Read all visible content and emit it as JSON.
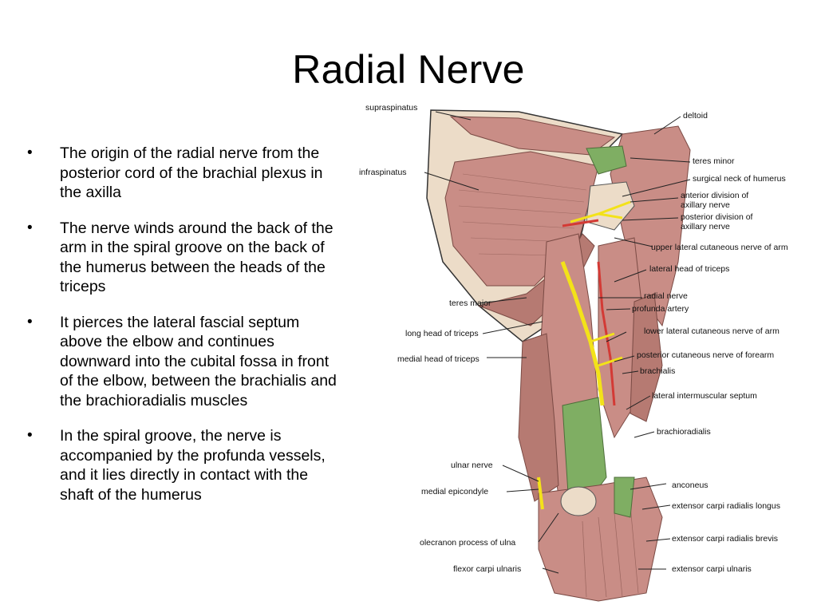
{
  "title": "Radial Nerve",
  "bullets": [
    "The origin of the radial nerve from the posterior cord of the brachial plexus in the axilla",
    "The nerve winds around the back of the arm in the spiral groove on the back of the humerus between the heads of the triceps",
    "It pierces the lateral fascial septum above the elbow and continues downward into the cubital fossa in front of the elbow, between the brachialis and the brachioradialis muscles",
    "In the spiral groove, the nerve is accompanied by the profunda vessels, and it lies directly in contact with the shaft of the humerus"
  ],
  "bullet_glyph": "•",
  "figure": {
    "labels_left": {
      "supraspinatus": "supraspinatus",
      "infraspinatus": "infraspinatus",
      "teres_major": "teres major",
      "long_head": "long head of triceps",
      "medial_head": "medial head of triceps",
      "ulnar_nerve": "ulnar nerve",
      "medial_epicondyle": "medial epicondyle",
      "olecranon": "olecranon process of ulna",
      "fcu": "flexor carpi ulnaris"
    },
    "labels_right": {
      "deltoid": "deltoid",
      "teres_minor": "teres minor",
      "surgical_neck": "surgical neck of humerus",
      "ant_div_1": "anterior division of",
      "ant_div_2": "axillary nerve",
      "post_div_1": "posterior division of",
      "post_div_2": "axillary nerve",
      "ulcna": "upper lateral cutaneous nerve of arm",
      "lat_head": "lateral head of triceps",
      "radial_nerve": "radial nerve",
      "profunda": "profunda artery",
      "llcna": "lower lateral cutaneous nerve of arm",
      "pcnf": "posterior cutaneous nerve of forearm",
      "brachialis": "brachialis",
      "lims": "lateral intermuscular septum",
      "brachioradialis": "brachioradialis",
      "anconeus": "anconeus",
      "ecrl": "extensor carpi radialis longus",
      "ecrb": "extensor carpi radialis brevis",
      "ecu": "extensor carpi ulnaris"
    },
    "colors": {
      "muscle": "#c98d86",
      "muscle_dark": "#a3665f",
      "bone": "#ecdcc8",
      "tendon": "#7fae63",
      "nerve": "#f3e219",
      "artery": "#d33a35"
    }
  }
}
